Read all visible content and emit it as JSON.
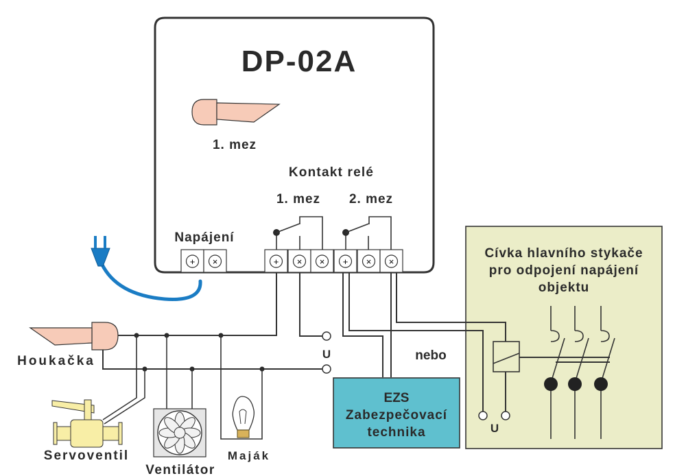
{
  "device": {
    "title": "DP-02A",
    "limit1_indicator_label": "1. mez",
    "relay_section_title": "Kontakt relé",
    "relay1_label": "1. mez",
    "relay2_label": "2. mez",
    "power_label": "Napájení"
  },
  "loads": {
    "siren": "Houkačka",
    "servo_valve": "Servoventil",
    "fan": "Ventilátor",
    "beacon": "Maják",
    "voltage_label": "U"
  },
  "alternatives": {
    "or_label": "nebo",
    "alarm_box": {
      "line1": "EZS",
      "line2": "Zabezpečovací",
      "line3": "technika"
    },
    "contactor_box": {
      "line1": "Cívka hlavního stykače",
      "line2": "pro odpojení napájení",
      "line3": "objektu",
      "voltage_label": "U"
    }
  },
  "colors": {
    "device_bg": "#ffffff",
    "horn_fill": "#f7cbb8",
    "plug_blue": "#1a7cc4",
    "alarm_box_fill": "#5fc0cf",
    "contactor_box_fill": "#ebedc8",
    "valve_fill": "#f8eea6",
    "fan_bg": "#e6e6e6"
  }
}
